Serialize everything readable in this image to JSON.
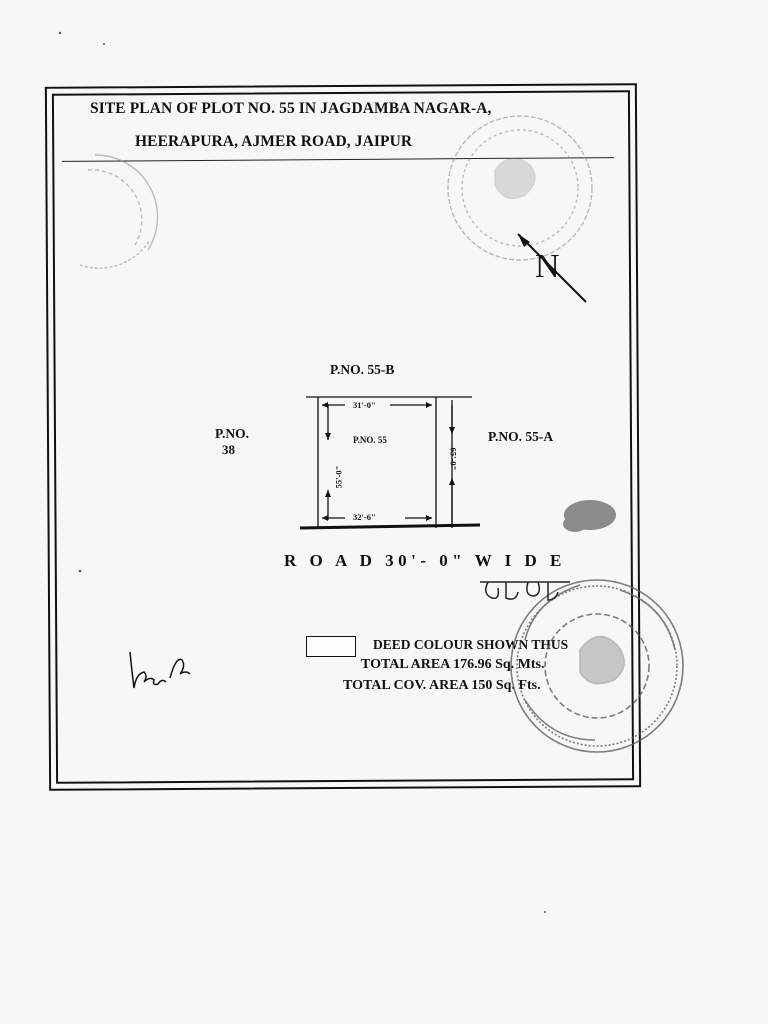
{
  "title": {
    "line1": "SITE PLAN OF PLOT NO. 55 IN JAGDAMBA  NAGAR-A,",
    "line2": "HEERAPURA, AJMER ROAD, JAIPUR"
  },
  "north": {
    "letter": "N",
    "icon": "north-arrow-icon"
  },
  "plots": {
    "center": "P.NO. 55",
    "north": "P.NO. 55-B",
    "west_line1": "P.NO.",
    "west_line2": "38",
    "east": "P.NO. 55-A"
  },
  "dimensions": {
    "top": "31'-0\"",
    "bottom": "32'-6\"",
    "left": "55'-0\"",
    "right": "65'-0\""
  },
  "road": {
    "label": "R O A D 30'- 0\" W I D E"
  },
  "legend": {
    "label": "DEED COLOUR SHOWN THUS"
  },
  "areas": {
    "total_area": "TOTAL AREA   176.96 Sq. Mts.",
    "total_cov_area": "TOTAL COV. AREA      150 Sq. Fts."
  },
  "stamps": {
    "top_left": "stamp-icon",
    "top_right": "stamp-icon",
    "bottom_right": "registrar-seal-icon",
    "signature": "signature-icon",
    "hindi_mark": "hindi-handwriting-icon"
  },
  "colors": {
    "ink": "#111111",
    "stamp": "#6f6f6f",
    "paper": "#f7f7f5"
  }
}
